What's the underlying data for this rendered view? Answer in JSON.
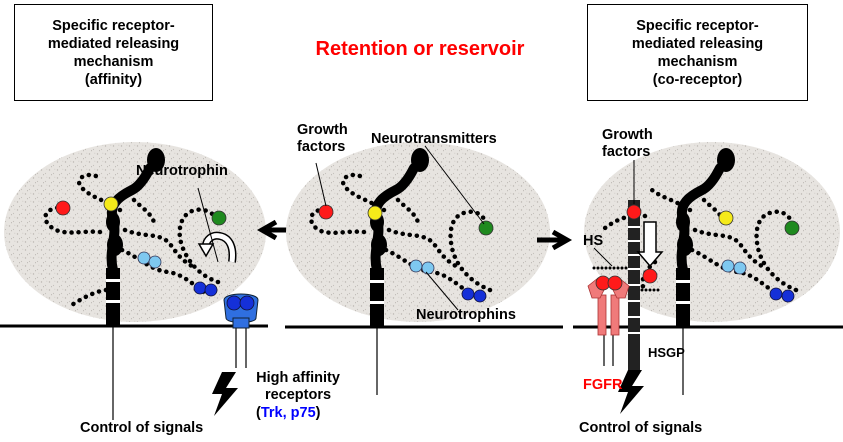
{
  "title": "Retention or reservoir",
  "left_box": "Specific receptor-\nmediated releasing\nmechanism\n(affinity)",
  "right_box": "Specific receptor-\nmediated releasing\nmechanism\n(co-receptor)",
  "labels": {
    "neurotrophin": "Neurotrophin",
    "growth_factors_center": "Growth\nfactors",
    "neurotransmitters": "Neurotransmitters",
    "neurotrophins": "Neurotrophins",
    "growth_factors_right": "Growth\nfactors",
    "hs": "HS",
    "hsgp": "HSGP",
    "high_affinity": "High affinity\nreceptors",
    "trk_open": "(",
    "trk_text": "Trk, p75",
    "trk_close": ")",
    "fgfr": "FGFR",
    "control_left": "Control of signals",
    "control_right": "Control of signals"
  },
  "colors": {
    "accent_red": "#ff0000",
    "accent_blue": "#0000ff",
    "matrix_fill": "#e6e3df",
    "receptor_blue": "#2f6fe0",
    "fgfr_pink": "#f07a7a"
  }
}
